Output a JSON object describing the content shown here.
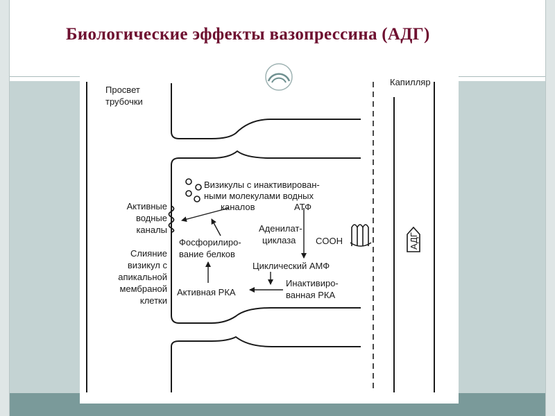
{
  "slide": {
    "title": "Биологические эффекты вазопрессина (АДГ)"
  },
  "diagram": {
    "lumen_label": [
      "Просвет",
      "трубочки"
    ],
    "capillary_label": "Капилляр",
    "vesicles_label": [
      "Визикулы с инактивирован-",
      "ными молекулами водных",
      "каналов"
    ],
    "active_channels_label": [
      "Активные",
      "водные",
      "каналы"
    ],
    "fusion_label": [
      "Слияние",
      "визикул с",
      "апикальной",
      "мембраной",
      "клетки"
    ],
    "phosphorylation_label": [
      "Фосфорилиро-",
      "вание белков"
    ],
    "atp_label": "АТФ",
    "adenylate_cyclase_label": [
      "Аденилат-",
      "циклаза"
    ],
    "cooh_label": "COOH",
    "adh_label": "АДГ",
    "camp_label": "Циклический АМФ",
    "active_pka_label": "Активная РКА",
    "inactive_pka_label": [
      "Инактивиро-",
      "ванная РКА"
    ]
  },
  "colors": {
    "title": "#6e1030",
    "frame": "#dfe6e6",
    "band": "#c4d3d3",
    "bar": "#7a9a9a"
  }
}
